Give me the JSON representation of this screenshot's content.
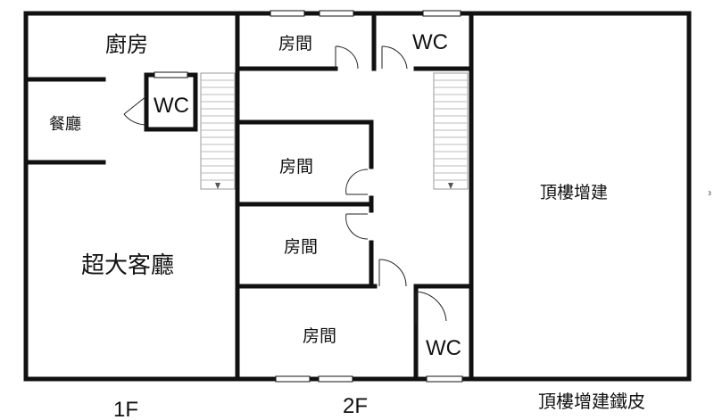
{
  "rooms": {
    "kitchen": "廚房",
    "dining": "餐廳",
    "living": "超大客廳",
    "wc_1f": "WC",
    "room_2f_top": "房間",
    "wc_2f_top": "WC",
    "room_2f_mid_upper": "房間",
    "room_2f_mid_lower": "房間",
    "room_2f_bottom": "房間",
    "wc_2f_bottom": "WC",
    "rooftop_extension": "頂樓增建"
  },
  "floors": {
    "first": "1F",
    "second": "2F",
    "rooftop": "頂樓增建鐵皮"
  },
  "page_marker": "3"
}
